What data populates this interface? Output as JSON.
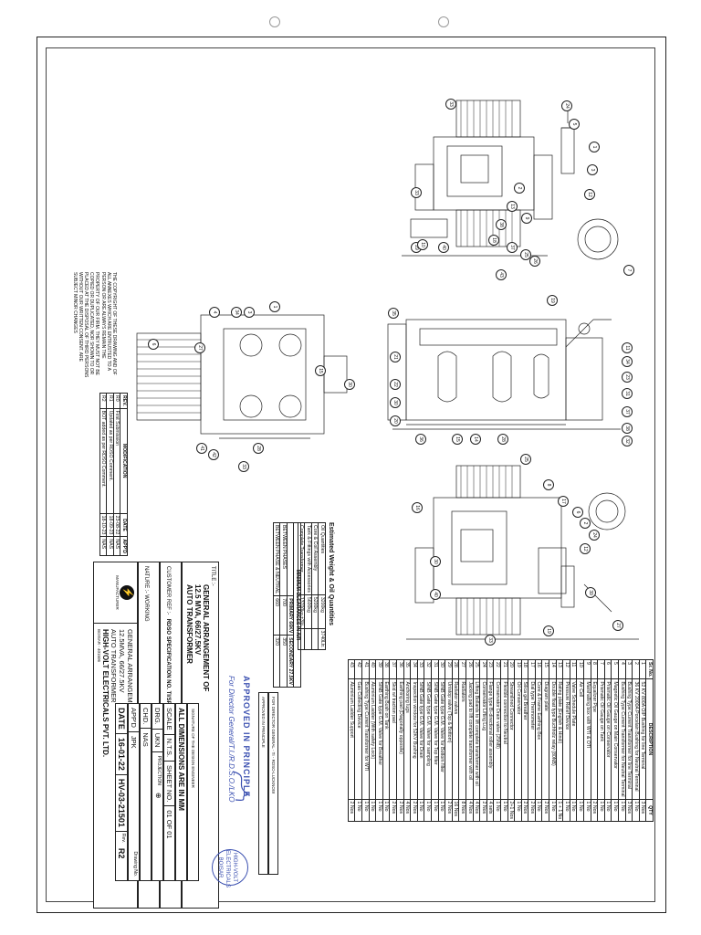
{
  "punch_holes": [
    "hole-left",
    "hole-right"
  ],
  "bom": {
    "headers": [
      "Sr. No.",
      "DESCRIPTION",
      "QTY"
    ],
    "rows": [
      [
        "1",
        "52 KV 800A OIP Bushing for line Terminal",
        "3 Nos"
      ],
      [
        "2",
        "36 KV 2000A Porcelain Bushing for Neutral Terminal",
        "1 No"
      ],
      [
        "3",
        "Bushing Type Current Transformer for line Terminal",
        "3 Nos"
      ],
      [
        "4",
        "Bushing Type Current Transformer for Neutral Terminal",
        "1 No"
      ],
      [
        "5",
        "Magnetic Oil Gauge on Main Conservator",
        "1 No"
      ],
      [
        "6",
        "Prismatic Oil Gauge on Conservator",
        "1 No"
      ],
      [
        "7",
        "Prismatic Oil Gauge on Tank",
        "1 No"
      ],
      [
        "8",
        "Equalizer Pipe",
        "2 Nos"
      ],
      [
        "9",
        "Marshalling box with WTI & OTI",
        "1 No"
      ],
      [
        "10",
        "Air Cell",
        "1 No"
      ],
      [
        "11",
        "Valve Schedule Plate",
        "1 No"
      ],
      [
        "12",
        "Pressure Relief Device",
        "1 No"
      ],
      [
        "13",
        "Rating plate (English & Hindi)",
        "1 + 1 No"
      ],
      [
        "14",
        "Double float type Buchholz relay (80NB)",
        "1 No"
      ],
      [
        "15",
        "Diagram plate",
        "2 Nos"
      ],
      [
        "16",
        "Core & Frame Earthing Box",
        "1 No"
      ],
      [
        "17",
        "Dial type Thermometer",
        "2 Nos"
      ],
      [
        "18",
        "Silica gel Breather",
        "2 Nos"
      ],
      [
        "19",
        "Oil Conservator",
        "1 No"
      ],
      [
        "20",
        "Streamlined Connector",
        "2+1 Nos"
      ],
      [
        "21",
        "Flexible connection to Neutral",
        "1 No"
      ],
      [
        "22",
        "Conservator Drain valve (25NB)",
        "1 No"
      ],
      [
        "23",
        "Flange type Bi-directional roller assembly",
        "4 sets"
      ],
      [
        "24",
        "Conservator Lifting Lug",
        "2 Nos"
      ],
      [
        "25",
        "Lifting Bollards to lift complete transformer with oil",
        "4 Nos"
      ],
      [
        "26",
        "Jacking pad to lift complete transformer with oil",
        "4 Nos"
      ],
      [
        "27",
        "Radiators",
        "8 Nos"
      ],
      [
        "28",
        "Radiator valves",
        "16 Nos"
      ],
      [
        "29",
        "Unistop valve (Top & Bottom)",
        "2 Nos"
      ],
      [
        "30",
        "SINB Gate type G.M. Valve for Bottom filter",
        "1 No"
      ],
      [
        "31",
        "SINB Gate type G.M. Valve for Top filter",
        "1 No"
      ],
      [
        "32",
        "SINB Gate type G.M. Valve for sampling",
        "1 No"
      ],
      [
        "33",
        "SINB Gate type G.M. Valve for Drain",
        "1 No"
      ],
      [
        "34",
        "Inspection window for 52KV Bushing",
        "2 Nos"
      ],
      [
        "35",
        "Anchoring lugs",
        "4 Nos"
      ],
      [
        "36",
        "Earthing pad (Diagonally opposite)",
        "2 Nos"
      ],
      [
        "37",
        "Skid w/ traction pad",
        "2 Nos"
      ],
      [
        "38",
        "Earthing Bush on Tank",
        "1 No"
      ],
      [
        "39",
        "SINB Gate type G.M. Valve for Breather",
        "1 No"
      ],
      [
        "40",
        "Aluminium Ladder (With safety Lock)",
        "1 No"
      ],
      [
        "41",
        "Bushing Type Current Transformer for WTI",
        "1 No"
      ],
      [
        "42",
        "Gas Collecting Device",
        "1 No"
      ],
      [
        "43",
        "Aluminium Ladder Support",
        "2 Nos"
      ]
    ]
  },
  "weights": {
    "title": "Estimated Weight & Oil Quantities",
    "rows": [
      [
        "Oil Quantities",
        "3200kg",
        "3740Ltr."
      ],
      [
        "Core & Coil Assembly",
        "5200kg",
        ""
      ],
      [
        "Tank & Fittings with Accessories",
        "5600kg",
        ""
      ],
      [
        "Complete Transformer",
        "13700kg ±3%",
        ""
      ]
    ]
  },
  "clearances": {
    "title": "MINIMUM CLEARANCES IN AIR",
    "headers": [
      "",
      "PRIMARY 66KV",
      "SECONDARY 27.5KV"
    ],
    "rows": [
      [
        "BETWEEN PHASES",
        "700",
        "350"
      ],
      [
        "BETWEEN PHASE & NEUTRAL",
        "660",
        "320"
      ]
    ]
  },
  "title_block": {
    "title_label": "TITLE :-",
    "title_lines": [
      "GENERAL ARRANGEMENT OF",
      "12.5 MVA, 66/27.5KV",
      "AUTO TRANSFORMER"
    ],
    "customer_label": "CUSTOMER REF :-",
    "customer_ref": "RDSO SPECIFICATION NO. TI/SPC/PSI/AUTOTR/1200",
    "nature": "NATURE :- WORKING",
    "subtitle_lines": [
      "GENERAL ARRANGEMENT OF",
      "12.5MVA, 66/27.5KV",
      "AUTO TRANSFORMER"
    ],
    "company": "HIGH-VOLT ELECTRICALS PVT. LTD.",
    "company_address": "BOISAR - 401506",
    "manufacturer_label": "MANUFACTURER",
    "dimensions_note": "ALL DIMENSIONS ARE IN MM",
    "scale_label": "SCALE",
    "scale_value": "N.T.S.",
    "sheet_label": "SHEET NO.",
    "sheet_value": "01 OF 01",
    "projection_label": "PROJECTION",
    "drg_label": "DRG.",
    "drg_value": "UKN",
    "chd_label": "CHD.",
    "chd_value": "NAS",
    "appd_label": "APP'D",
    "appd_value": "JPK",
    "date_label": "DATE",
    "date_value": "16-01-22",
    "drawing_no_label": "Drawing No.",
    "drawing_no": "HV-03-21501",
    "rev_label": "Rev.",
    "rev_value": "R2",
    "designer_note": "SIGNATURE OF THE DESIGN ENGINEER",
    "approved_principle": "APPROVED IN PRINCIPLE",
    "rdso_label": "FOR DIRECTOR GENERAL - TI - RDSO-LUCKNOW"
  },
  "revisions": {
    "headers": [
      "REV.",
      "MODIFICATION",
      "DATE",
      "APP'D"
    ],
    "rows": [
      [
        "R0",
        "First Submission",
        "23-08-22",
        "NAS"
      ],
      [
        "R1",
        "Updated as per RDSO Comment.",
        "18-09-23",
        "NAS"
      ],
      [
        "R2",
        "BOT added as per RDSO Comment.",
        "18-10-23",
        "NAS"
      ]
    ]
  },
  "copyright_note": "THE COPYRIGHT OF THESE DRAWING AND OF ALL ANNEXES WHICH ARE ENTRUSTED TO A PERSON OR ARE ALWAYS REMAIN THE PROPERTY OF OUR FIRM. THEY MUST NOT BE COPIED OR DUPLICATED, NOR SHOWN TO OR PLACED AT THE DISPOSAL OF THIRD PERSONS WITHOUT OUR WRITTEN CONSENT. ARE SUBJECT MINOR CHANGES",
  "stamps": {
    "approved": "APPROVED IN PRINCIPLE",
    "director": "For Director General/T.I./R.D.S.O./LKO",
    "company_seal": "HIGH-VOLT ELECTRICALS BOISAR"
  },
  "balloons_top": [
    "33",
    "24",
    "5",
    "1",
    "3",
    "12",
    "2",
    "13",
    "9",
    "38",
    "18",
    "37",
    "25",
    "26",
    "33",
    "29",
    "43",
    "7",
    "10",
    "40"
  ],
  "balloons_mid": [
    "35",
    "19",
    "11",
    "34",
    "23",
    "31",
    "37",
    "38",
    "32",
    "25",
    "28",
    "14",
    "15",
    "36",
    "21",
    "22",
    "30",
    "20"
  ],
  "balloons_bot": [
    "16",
    "8",
    "17",
    "6",
    "2",
    "24",
    "12",
    "27",
    "30",
    "40",
    "39",
    "19",
    "33"
  ],
  "balloons_left": [
    "4",
    "34",
    "3",
    "1",
    "6",
    "42",
    "41",
    "28",
    "15",
    "30",
    "33",
    "27"
  ]
}
